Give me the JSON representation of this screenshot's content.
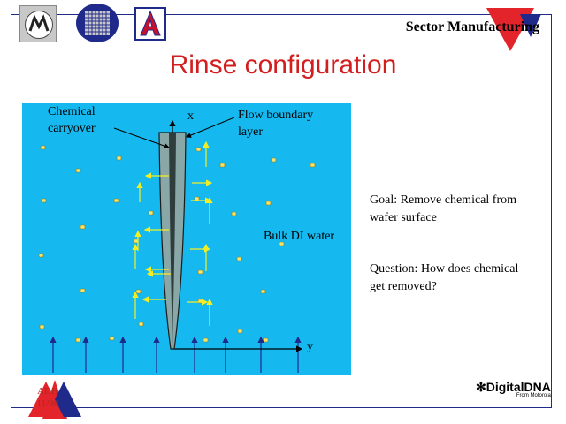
{
  "header": {
    "sector_label": "Sector Manufacturing"
  },
  "slide": {
    "title": "Rinse configuration"
  },
  "diagram": {
    "label_chemical": "Chemical carryover",
    "label_flow": "Flow boundary layer",
    "label_x": "x",
    "label_y": "y",
    "label_bulk": "Bulk DI water",
    "colors": {
      "water": "#16b9ef",
      "wafer": "#8aa7a8",
      "particle": "#f4e46a",
      "flow_arrow": "#f2ee24",
      "inflow_arrow": "#1f2a8a"
    }
  },
  "notes": {
    "goal": "Goal:  Remove chemical from wafer surface",
    "question": "Question:  How does chemical get removed?"
  },
  "footer": {
    "author": "ADH",
    "date": "11/98",
    "brand": "DigitalDNA",
    "brand_sub": "From Motorola"
  }
}
